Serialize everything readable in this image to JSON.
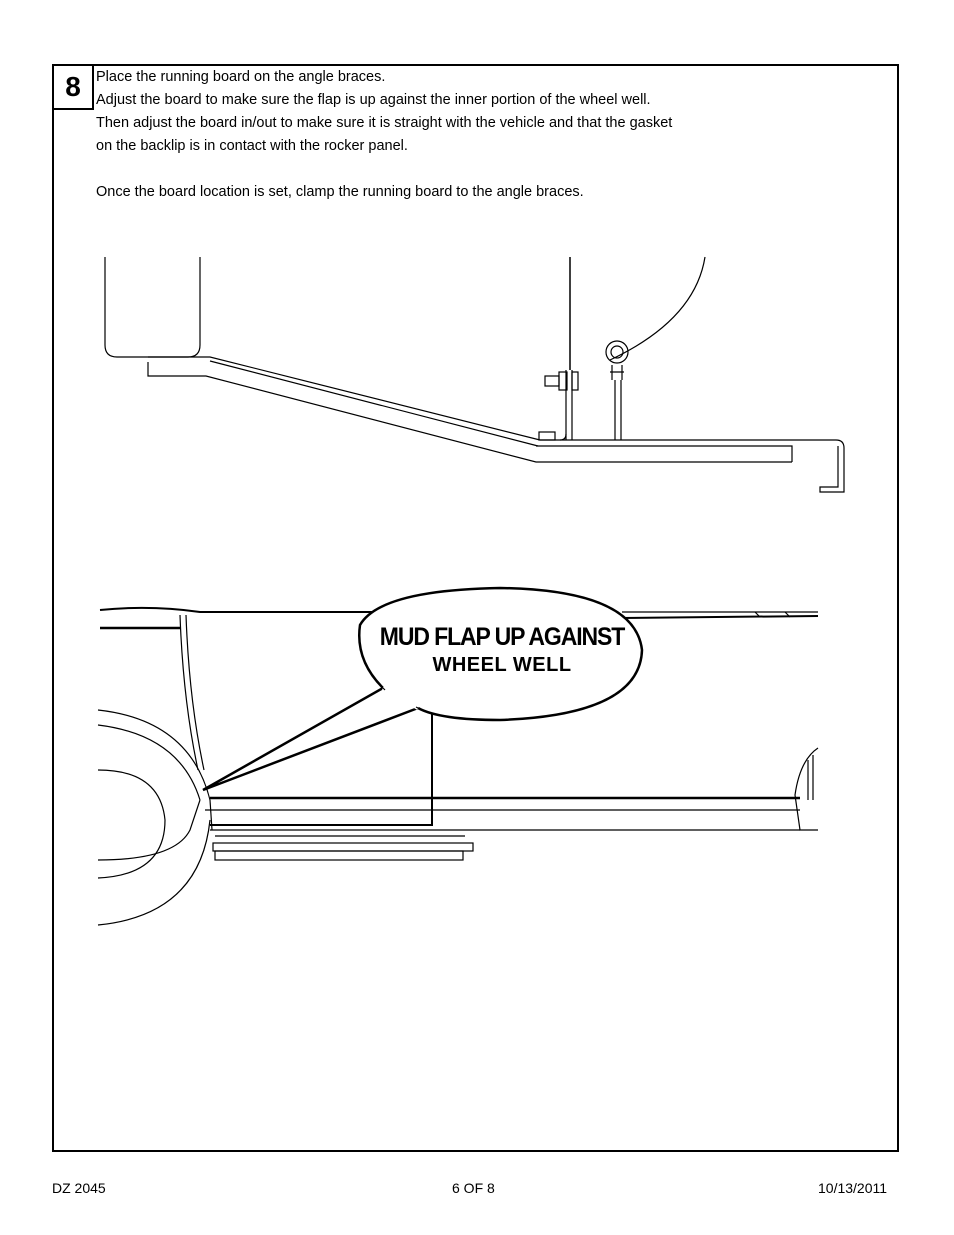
{
  "step": {
    "number": "8"
  },
  "instructions": {
    "line1": "Place the running board on the angle braces.",
    "line2": "Adjust the board to make sure the flap is up against the inner portion of the wheel well.",
    "line3": "Then adjust the board in/out to make sure it is straight with the vehicle and that the gasket",
    "line4": "on the backlip is in contact with the rocker panel.",
    "line5": "Once the board location is set, clamp the running board to the angle braces."
  },
  "callout": {
    "line1": "MUD FLAP UP AGAINST",
    "line2": "WHEEL WELL"
  },
  "footer": {
    "part_number": "DZ 2045",
    "page": "6 OF 8",
    "date": "10/13/2011"
  }
}
